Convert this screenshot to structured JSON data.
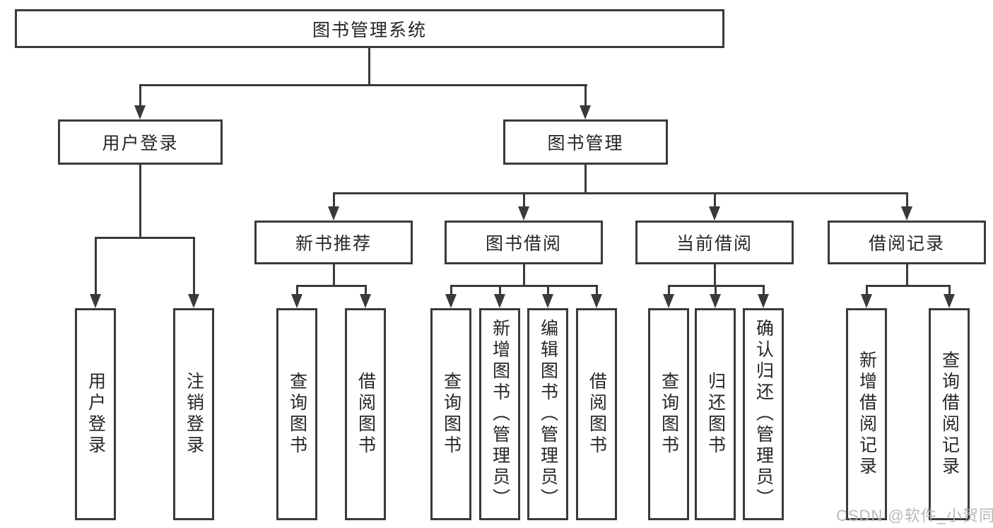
{
  "diagram": {
    "title": "图书管理系统",
    "watermark": "CSDN @软件_小贺同学",
    "colors": {
      "background": "#ffffff",
      "line": "#3a3a3a",
      "text": "#262626",
      "watermark": "#b0b3b8"
    },
    "tree": {
      "root": "图书管理系统",
      "children": [
        {
          "label": "用户登录",
          "children": [
            {
              "label": "用户登录"
            },
            {
              "label": "注销登录"
            }
          ]
        },
        {
          "label": "图书管理",
          "children": [
            {
              "label": "新书推荐",
              "children": [
                {
                  "label": "查询图书"
                },
                {
                  "label": "借阅图书"
                }
              ]
            },
            {
              "label": "图书借阅",
              "children": [
                {
                  "label": "查询图书"
                },
                {
                  "label": "新增图书（管理员）"
                },
                {
                  "label": "编辑图书（管理员）"
                },
                {
                  "label": "借阅图书"
                }
              ]
            },
            {
              "label": "当前借阅",
              "children": [
                {
                  "label": "查询图书"
                },
                {
                  "label": "归还图书"
                },
                {
                  "label": "确认归还（管理员）"
                }
              ]
            },
            {
              "label": "借阅记录",
              "children": [
                {
                  "label": "新增借阅记录"
                },
                {
                  "label": "查询借阅记录"
                }
              ]
            }
          ]
        }
      ]
    }
  }
}
